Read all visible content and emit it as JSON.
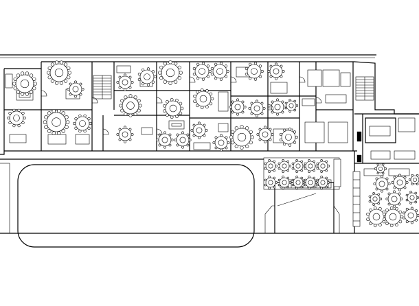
{
  "drawing": {
    "kind": "architectural floor plan",
    "line_color": "#000000",
    "background_color": "#ffffff"
  },
  "zones": [
    {
      "id": "west-dining-rooms",
      "icon": "round-table-icon"
    },
    {
      "id": "central-private-rooms",
      "icon": "round-table-icon"
    },
    {
      "id": "east-lounge-rooms",
      "icon": "sofa-set-icon"
    },
    {
      "id": "north-stair",
      "icon": "stair-icon"
    },
    {
      "id": "east-stair",
      "icon": "stair-icon"
    },
    {
      "id": "main-hall-tables",
      "icon": "round-table-icon"
    },
    {
      "id": "east-annex",
      "icon": "meeting-table-icon"
    },
    {
      "id": "courtyard",
      "icon": "outline-icon"
    },
    {
      "id": "kitchen-block",
      "icon": "outline-icon"
    }
  ]
}
